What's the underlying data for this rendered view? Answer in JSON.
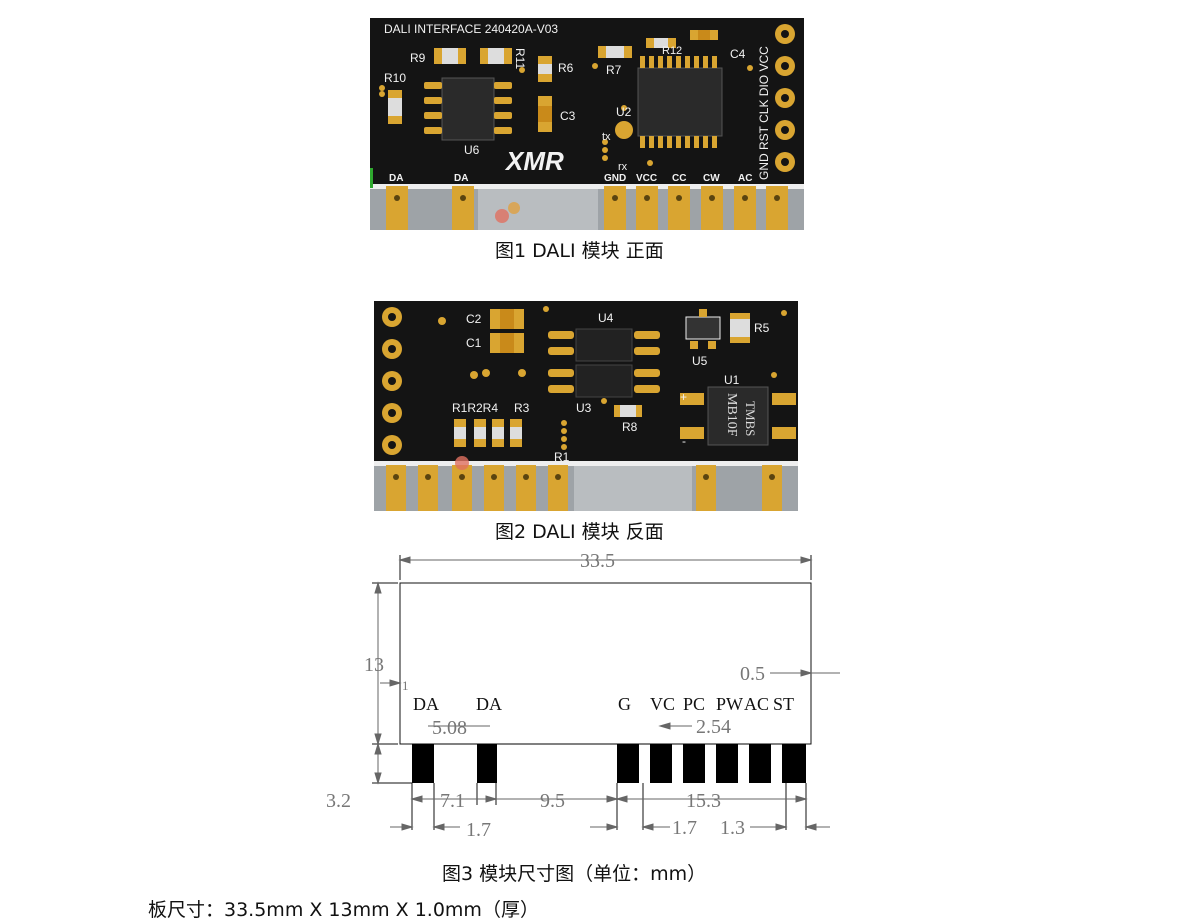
{
  "figure1": {
    "caption": "图1 DALI 模块 正面",
    "board_title": "DALI INTERFACE  240420A-V03",
    "logo": "XMR",
    "silk_labels": {
      "R9": "R9",
      "R11": "R11",
      "R6": "R6",
      "R7": "R7",
      "R12": "R12",
      "C4": "C4",
      "R10": "R10",
      "C3": "C3",
      "U2": "U2",
      "U6": "U6",
      "tx": "tx",
      "rx": "rx",
      "right_header": "GND RST CLK DIO VCC"
    },
    "pin_labels": [
      "DA",
      "DA",
      "GND",
      "VCC",
      "CC",
      "CW",
      "AC"
    ]
  },
  "figure2": {
    "caption": "图2 DALI 模块 反面",
    "silk_labels": {
      "C2": "C2",
      "C1": "C1",
      "U4": "U4",
      "U3": "U3",
      "U5": "U5",
      "R5": "R5",
      "U1": "U1",
      "R8": "R8",
      "R1": "R1R2R4",
      "R3": "R3",
      "R1b": "R1",
      "bridge": "MB10F",
      "bridge2": "TMBS"
    }
  },
  "figure3": {
    "caption": "图3 模块尺寸图（单位：mm）",
    "dims": {
      "width": "33.5",
      "height": "13",
      "pin_len": "3.2",
      "edge": "0.5",
      "one": "1",
      "da_pitch": "5.08",
      "gap1": "7.1",
      "gap2": "9.5",
      "span": "15.3",
      "pin_w1": "1.7",
      "pin_w2": "1.7",
      "pin_pitch": "2.54",
      "pin_space": "1.3"
    },
    "pin_labels": [
      "DA",
      "DA",
      "G",
      "VC",
      "PC",
      "PW",
      "AC",
      "ST"
    ]
  },
  "board_size_text": "板尺寸：33.5mm X 13mm X 1.0mm（厚）"
}
